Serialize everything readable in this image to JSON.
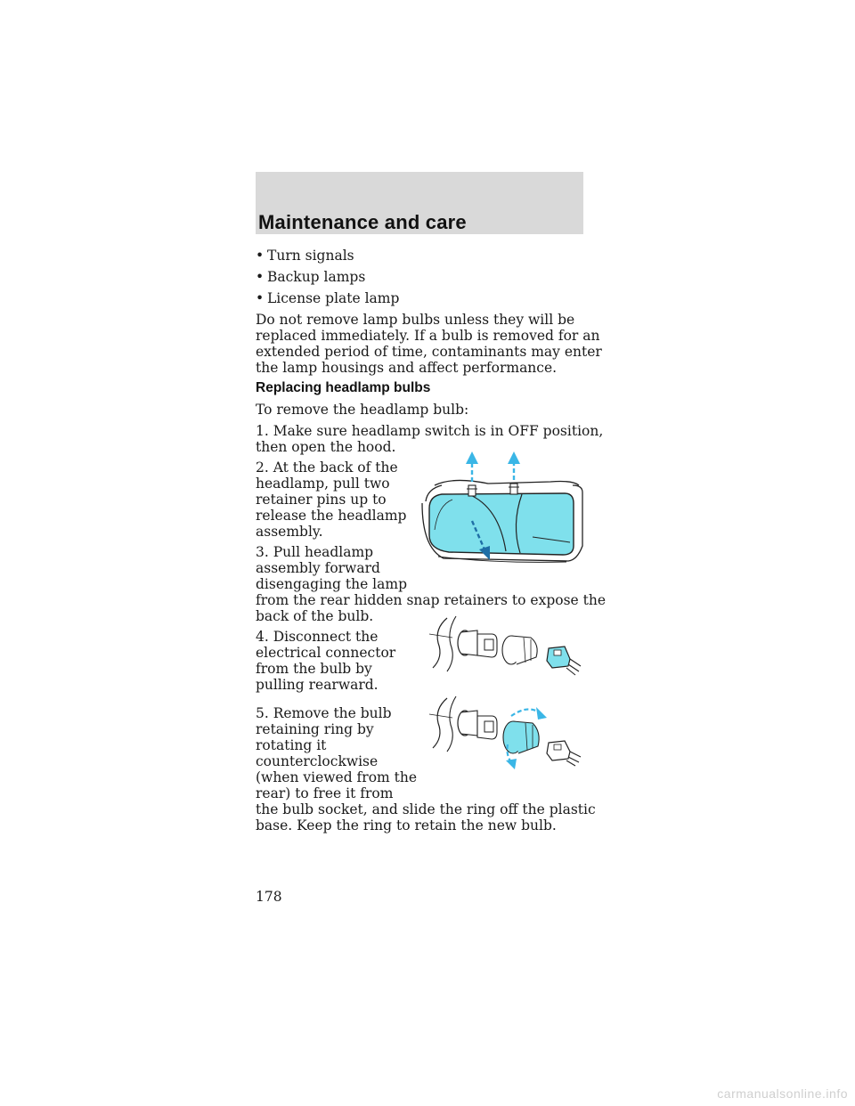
{
  "header": {
    "section_title": "Maintenance and care"
  },
  "bullets": [
    "Turn signals",
    "Backup lamps",
    "License plate lamp"
  ],
  "warning_paragraph": [
    "Do not remove lamp bulbs unless they will be",
    "replaced immediately. If a bulb is removed for an",
    "extended period of time, contaminants may enter",
    "the lamp housings and affect performance."
  ],
  "subheading": "Replacing headlamp bulbs",
  "intro": "To remove the headlamp bulb:",
  "step1": [
    "1. Make sure headlamp switch is in OFF position,",
    "then open the hood."
  ],
  "step2": [
    "2. At the back of the",
    "headlamp, pull two",
    "retainer pins up to",
    "release the headlamp",
    "assembly."
  ],
  "step3": [
    "3. Pull headlamp",
    "assembly forward",
    "disengaging the lamp",
    "from the rear hidden snap retainers to expose the",
    "back of the bulb."
  ],
  "step4": [
    "4. Disconnect the",
    "electrical connector",
    "from the bulb by",
    "pulling rearward."
  ],
  "step5": [
    "5. Remove the bulb",
    "retaining ring by",
    "rotating it",
    "counterclockwise",
    "(when viewed from the",
    "rear) to free it from",
    "the bulb socket, and slide the ring off the plastic",
    "base. Keep the ring to retain the new bulb."
  ],
  "page_number": "178",
  "watermark": "carmanualsonline.info",
  "colors": {
    "highlight": "#7fe0ec",
    "arrow": "#3ab6e6",
    "header_band": "#d9d9d9"
  }
}
